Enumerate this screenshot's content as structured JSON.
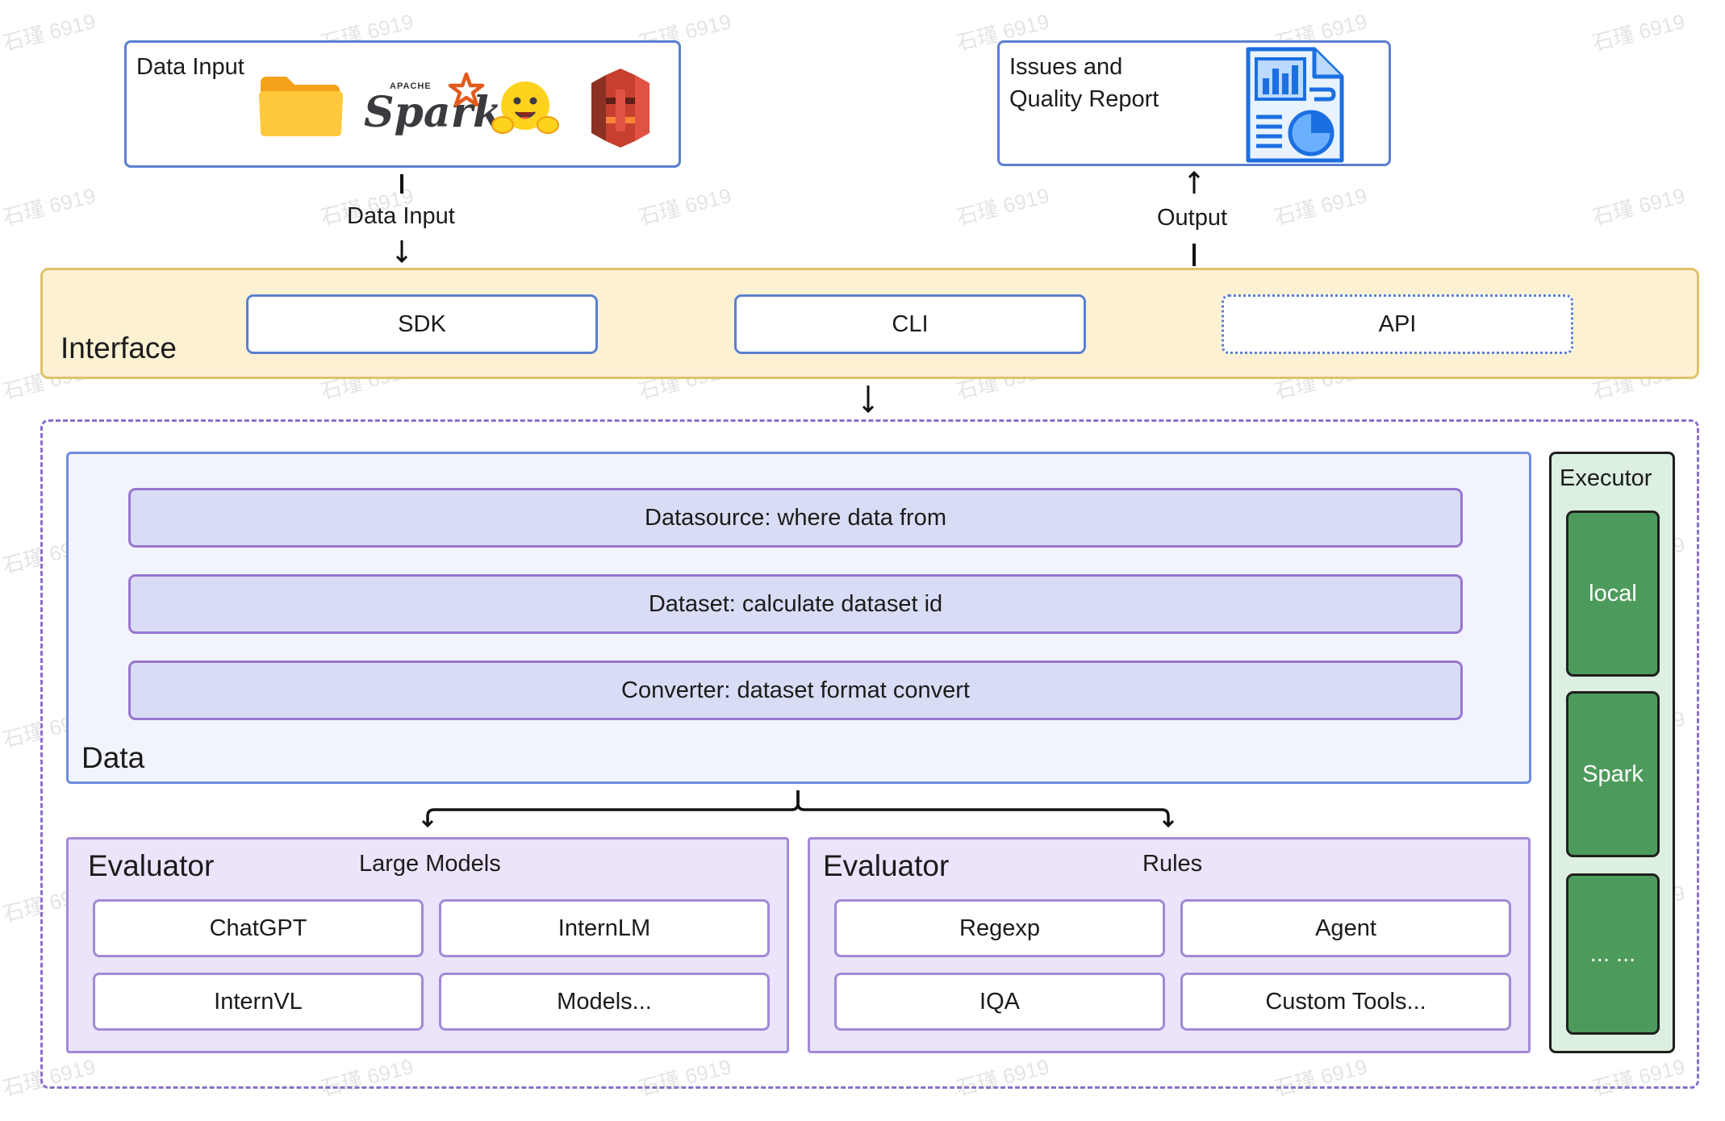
{
  "top_left": {
    "title": "Data Input",
    "icons": [
      "folder-icon",
      "apache-spark-logo",
      "hugging-face-emoji",
      "aws-s3-logo"
    ],
    "spark_small": "APACHE",
    "spark_text": "Spark"
  },
  "top_right": {
    "title_line1": "Issues and",
    "title_line2": "Quality Report",
    "icon": "report-document-icon"
  },
  "arrows": {
    "data_input": "Data Input",
    "output": "Output"
  },
  "interface": {
    "label": "Interface",
    "buttons": [
      "SDK",
      "CLI",
      "API"
    ]
  },
  "data": {
    "label": "Data",
    "steps": [
      "Datasource: where data from",
      "Dataset: calculate dataset id",
      "Converter: dataset format convert"
    ]
  },
  "evaluator_left": {
    "label": "Evaluator",
    "subtitle": "Large Models",
    "items": [
      "ChatGPT",
      "InternLM",
      "InternVL",
      "Models..."
    ]
  },
  "evaluator_right": {
    "label": "Evaluator",
    "subtitle": "Rules",
    "items": [
      "Regexp",
      "Agent",
      "IQA",
      "Custom Tools..."
    ]
  },
  "executor": {
    "label": "Executor",
    "items": [
      "local",
      "Spark",
      "... ..."
    ]
  },
  "watermark": "石瑾 6919",
  "colors": {
    "interface_fill": "#fcf1d3",
    "interface_border": "#e0c36a",
    "blue_border": "#5b7fd0",
    "purple_border": "#9776cf",
    "executor_green": "#4d9b5c"
  }
}
